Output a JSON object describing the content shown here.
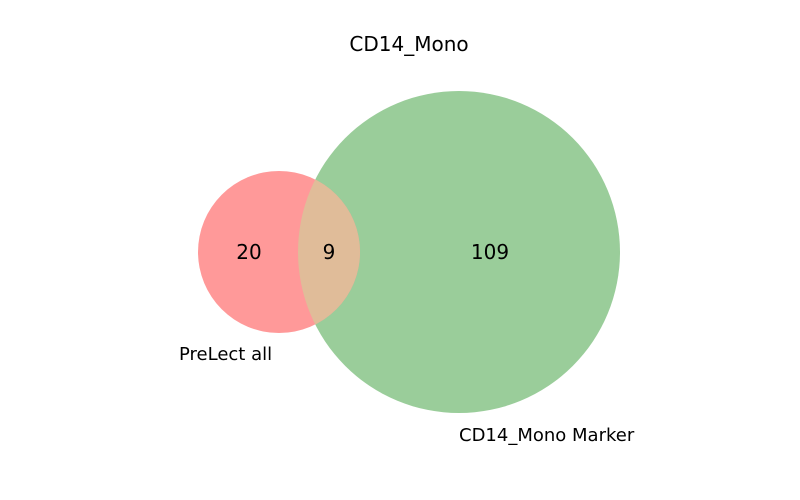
{
  "chart_data": {
    "type": "venn",
    "title": "CD14_Mono",
    "sets": [
      {
        "name": "PreLect all",
        "only_count": "20",
        "color": "#ff9999"
      },
      {
        "name": "CD14_Mono Marker",
        "only_count": "109",
        "color": "#9acd9a"
      }
    ],
    "intersection": {
      "count": "9",
      "color": "#e0bc99"
    }
  }
}
